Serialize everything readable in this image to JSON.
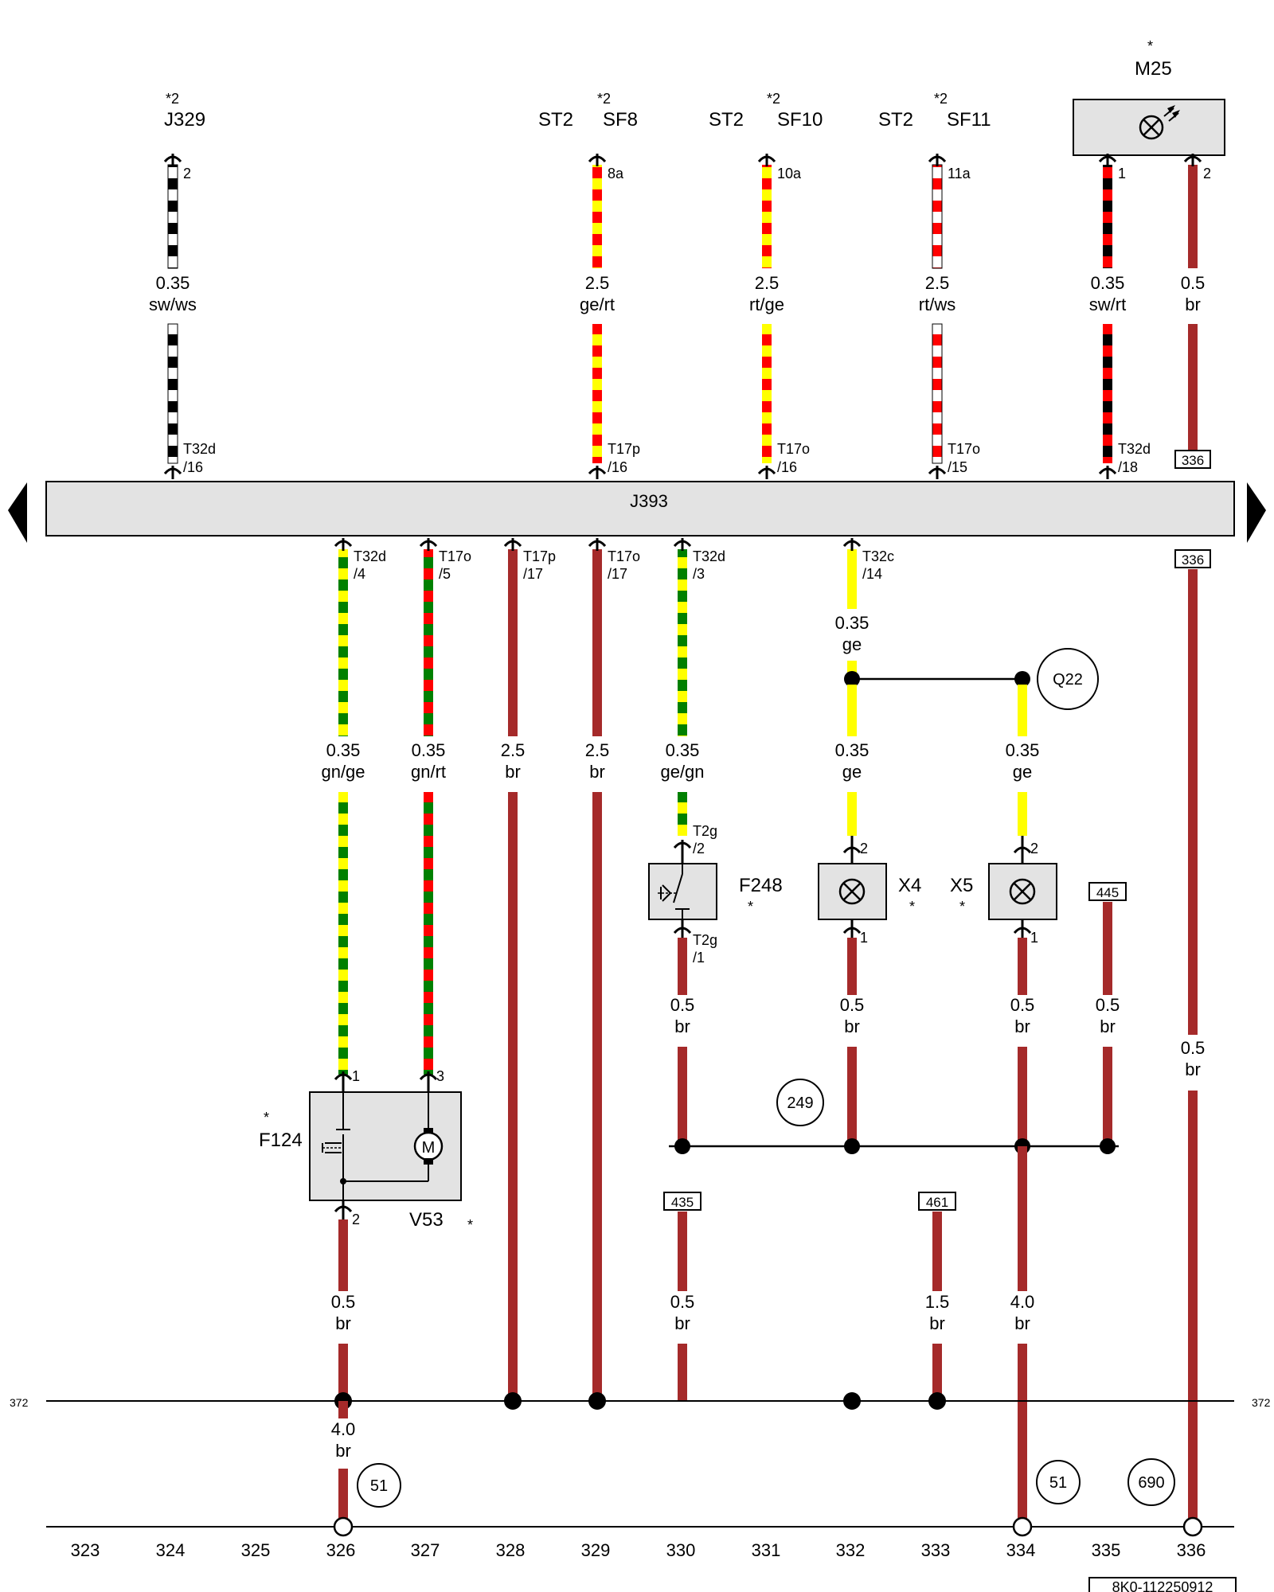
{
  "diagram_id": "8K0-112250912",
  "colors": {
    "br": "#a52a2a",
    "ge": "#ffff00",
    "rt": "#ff0000",
    "sw": "#000000",
    "ws": "#ffffff",
    "gn": "#008000",
    "unit_fill": "#e3e3e3",
    "line": "#000000"
  },
  "column_numbers": [
    "323",
    "324",
    "325",
    "326",
    "327",
    "328",
    "329",
    "330",
    "331",
    "332",
    "333",
    "334",
    "335",
    "336"
  ],
  "ground_ref": "372",
  "central_unit": {
    "label": "J393"
  },
  "top_components": [
    {
      "star": "*2",
      "label": "J329"
    },
    {
      "prefix": "ST2",
      "star": "*2",
      "label": "SF8"
    },
    {
      "prefix": "ST2",
      "star": "*2",
      "label": "SF10"
    },
    {
      "prefix": "ST2",
      "star": "*2",
      "label": "SF11"
    }
  ],
  "m25": {
    "label": "M25",
    "star": "*",
    "icon": "lamp-icon"
  },
  "top_wires": [
    {
      "pin_top": "2",
      "size": "0.35",
      "code": "sw/ws",
      "pin_bottom": "T32d",
      "pin_bottom_sub": "/16",
      "pattern": "sw/ws"
    },
    {
      "pin_top": "8a",
      "size": "2.5",
      "code": "ge/rt",
      "pin_bottom": "T17p",
      "pin_bottom_sub": "/16",
      "pattern": "ge/rt"
    },
    {
      "pin_top": "10a",
      "size": "2.5",
      "code": "rt/ge",
      "pin_bottom": "T17o",
      "pin_bottom_sub": "/16",
      "pattern": "rt/ge"
    },
    {
      "pin_top": "11a",
      "size": "2.5",
      "code": "rt/ws",
      "pin_bottom": "T17o",
      "pin_bottom_sub": "/15",
      "pattern": "rt/ws"
    },
    {
      "pin_top": "1",
      "size": "0.35",
      "code": "sw/rt",
      "pin_bottom": "T32d",
      "pin_bottom_sub": "/18",
      "pattern": "sw/rt"
    },
    {
      "pin_top": "2",
      "size": "0.5",
      "code": "br",
      "ref_box": "336",
      "pattern": "br"
    }
  ],
  "lower_wires": [
    {
      "pin": "T32d",
      "pin_sub": "/4",
      "size": "0.35",
      "code": "gn/ge",
      "pattern": "gn/ge"
    },
    {
      "pin": "T17o",
      "pin_sub": "/5",
      "size": "0.35",
      "code": "gn/rt",
      "pattern": "gn/rt"
    },
    {
      "pin": "T17p",
      "pin_sub": "/17",
      "size": "2.5",
      "code": "br",
      "pattern": "br"
    },
    {
      "pin": "T17o",
      "pin_sub": "/17",
      "size": "2.5",
      "code": "br",
      "pattern": "br"
    },
    {
      "pin": "T32d",
      "pin_sub": "/3",
      "size": "0.35",
      "code": "ge/gn",
      "pattern": "ge/gn"
    },
    {
      "pin": "T32c",
      "pin_sub": "/14",
      "size": "0.35",
      "code": "ge",
      "pattern": "ge"
    }
  ],
  "branch_wires": [
    {
      "size": "0.35",
      "code": "ge"
    },
    {
      "size": "0.35",
      "code": "ge"
    }
  ],
  "right_wire": {
    "ref_box": "336",
    "size": "0.5",
    "code": "br"
  },
  "q22": "Q22",
  "f248": {
    "label": "F248",
    "star": "*",
    "pin_top": "T2g",
    "pin_top_sub": "/2",
    "pin_bottom": "T2g",
    "pin_bottom_sub": "/1"
  },
  "x4": {
    "label": "X4",
    "star": "*",
    "pin_top": "2",
    "pin_bottom": "1"
  },
  "x5": {
    "label": "X5",
    "star": "*",
    "pin_top": "2",
    "pin_bottom": "1"
  },
  "ref_445": "445",
  "mid_br_wires": [
    {
      "size": "0.5",
      "code": "br"
    },
    {
      "size": "0.5",
      "code": "br"
    },
    {
      "size": "0.5",
      "code": "br"
    },
    {
      "size": "0.5",
      "code": "br"
    }
  ],
  "node_249": "249",
  "motor_unit": {
    "f_label": "F124",
    "f_star": "*",
    "v_label": "V53",
    "v_star": "*",
    "pin1": "1",
    "pin2": "2",
    "pin3": "3",
    "motor_letter": "M"
  },
  "motor_out_wire": {
    "size": "0.5",
    "code": "br"
  },
  "ref_435": "435",
  "ref_461": "461",
  "low_wires": [
    {
      "size": "0.5",
      "code": "br"
    },
    {
      "size": "1.5",
      "code": "br"
    },
    {
      "size": "4.0",
      "code": "br"
    }
  ],
  "ground_wire_326": {
    "size": "4.0",
    "code": "br"
  },
  "ground_points": [
    "51",
    "51",
    "690"
  ]
}
